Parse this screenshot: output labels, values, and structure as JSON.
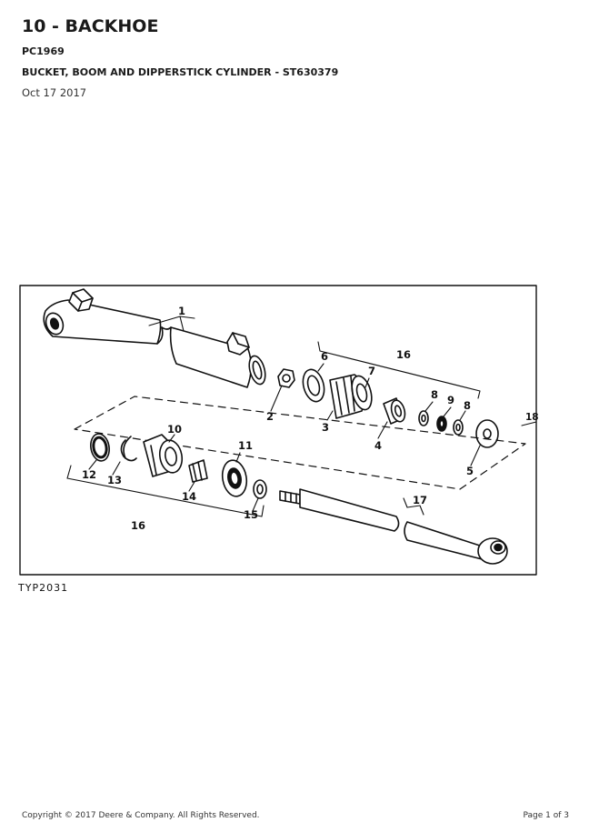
{
  "header": {
    "title": "10 - BACKHOE",
    "code": "PC1969",
    "subtitle": "BUCKET, BOOM AND DIPPERSTICK CYLINDER - ST630379",
    "date": "Oct 17 2017"
  },
  "figure": {
    "caption": "TYP2031",
    "callouts": [
      "1",
      "2",
      "3",
      "4",
      "5",
      "6",
      "7",
      "8",
      "9",
      "8",
      "10",
      "11",
      "12",
      "13",
      "14",
      "15",
      "16",
      "16",
      "17",
      "18"
    ]
  },
  "footer": {
    "copyright": "Copyright © 2017 Deere & Company. All Rights Reserved.",
    "page": "Page 1 of 3"
  }
}
